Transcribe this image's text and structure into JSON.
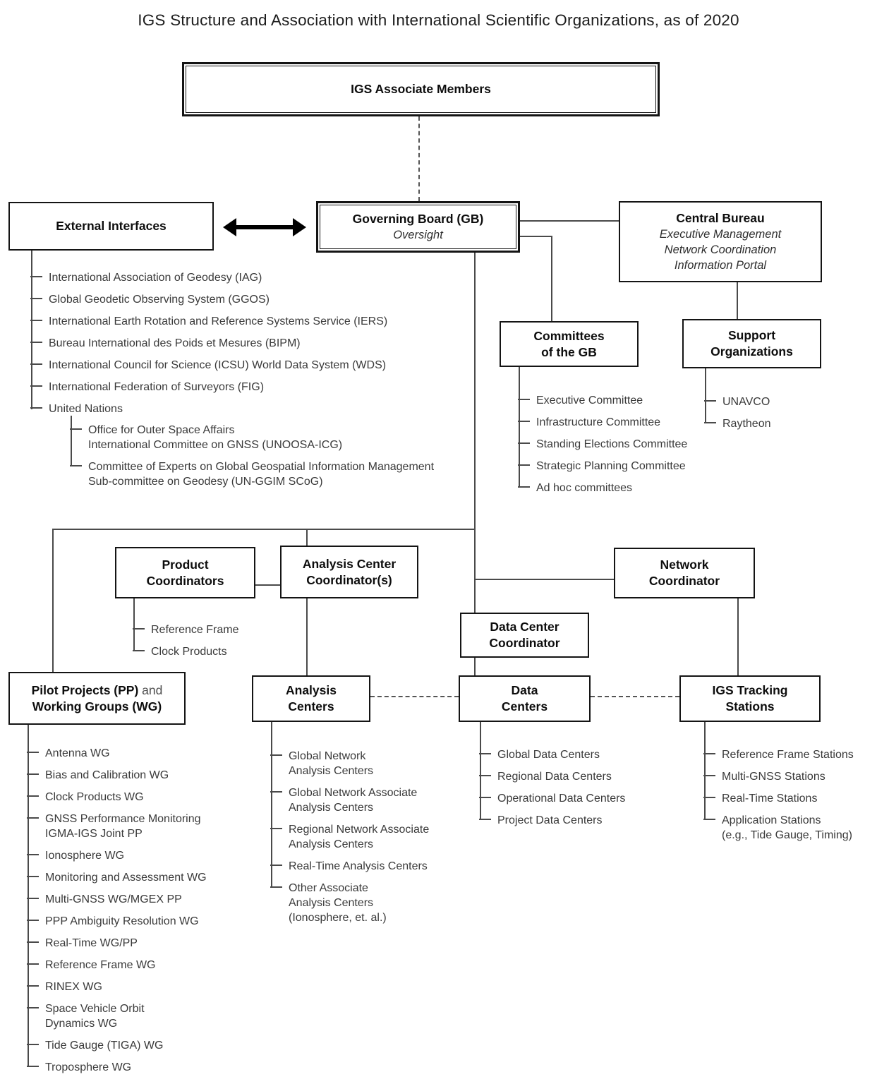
{
  "title": "IGS Structure and Association with International Scientific Organizations, as of 2020",
  "colors": {
    "box_border": "#141414",
    "connector": "#4a4a4a",
    "list_text": "#3a3a3a",
    "title_text": "#1d1d1d",
    "background": "#ffffff"
  },
  "boxes": {
    "associate_members": {
      "label": "IGS Associate Members"
    },
    "external_interfaces": {
      "label": "External Interfaces"
    },
    "governing_board": {
      "label": "Governing Board (GB)",
      "subtitle": "Oversight"
    },
    "central_bureau": {
      "label": "Central Bureau",
      "line1": "Executive Management",
      "line2": "Network Coordination",
      "line3": "Information Portal"
    },
    "committees_gb": {
      "label": "Committees\nof the GB"
    },
    "support_orgs": {
      "label": "Support\nOrganizations"
    },
    "product_coordinators": {
      "label": "Product\nCoordinators"
    },
    "analysis_center_coordinators": {
      "label": "Analysis Center\nCoordinator(s)"
    },
    "network_coordinator": {
      "label": "Network\nCoordinator"
    },
    "data_center_coordinator": {
      "label": "Data Center\nCoordinator"
    },
    "pilot_projects": {
      "label_bold1": "Pilot Projects (PP)",
      "label_and": " and",
      "label_bold2": "Working Groups (WG)"
    },
    "analysis_centers": {
      "label": "Analysis\nCenters"
    },
    "data_centers": {
      "label": "Data\nCenters"
    },
    "igs_tracking_stations": {
      "label": "IGS Tracking\nStations"
    }
  },
  "lists": {
    "external_interfaces": [
      "International Association of Geodesy (IAG)",
      "Global Geodetic Observing System (GGOS)",
      "International Earth Rotation and Reference Systems Service (IERS)",
      "Bureau International des Poids et Mesures (BIPM)",
      "International Council for Science (ICSU) World Data System (WDS)",
      "International Federation of Surveyors (FIG)",
      "United Nations"
    ],
    "united_nations_sub": [
      "Office for Outer Space Affairs\nInternational Committee on GNSS (UNOOSA-ICG)",
      "Committee of Experts on Global Geospatial Information Management\nSub-committee on Geodesy (UN-GGIM SCoG)"
    ],
    "committees_gb": [
      "Executive Committee",
      "Infrastructure Committee",
      "Standing Elections Committee",
      "Strategic Planning Committee",
      "Ad hoc committees"
    ],
    "support_orgs": [
      "UNAVCO",
      "Raytheon"
    ],
    "product_coordinators": [
      "Reference Frame",
      "Clock Products"
    ],
    "pilot_projects_wg": [
      "Antenna WG",
      "Bias and Calibration WG",
      "Clock Products WG",
      "GNSS Performance Monitoring\nIGMA-IGS Joint PP",
      "Ionosphere WG",
      "Monitoring and Assessment WG",
      "Multi-GNSS WG/MGEX PP",
      "PPP Ambiguity Resolution WG",
      "Real-Time WG/PP",
      "Reference Frame WG",
      "RINEX WG",
      "Space Vehicle Orbit\nDynamics WG",
      "Tide Gauge (TIGA) WG",
      "Troposphere WG"
    ],
    "analysis_centers": [
      "Global Network\nAnalysis Centers",
      "Global Network Associate\nAnalysis Centers",
      "Regional Network Associate\nAnalysis Centers",
      "Real-Time Analysis Centers",
      "Other Associate\nAnalysis Centers\n(Ionosphere, et. al.)"
    ],
    "data_centers": [
      "Global Data Centers",
      "Regional Data Centers",
      "Operational Data Centers",
      "Project Data Centers"
    ],
    "igs_tracking_stations": [
      "Reference Frame Stations",
      "Multi-GNSS Stations",
      "Real-Time Stations",
      "Application Stations\n(e.g., Tide Gauge, Timing)"
    ]
  }
}
